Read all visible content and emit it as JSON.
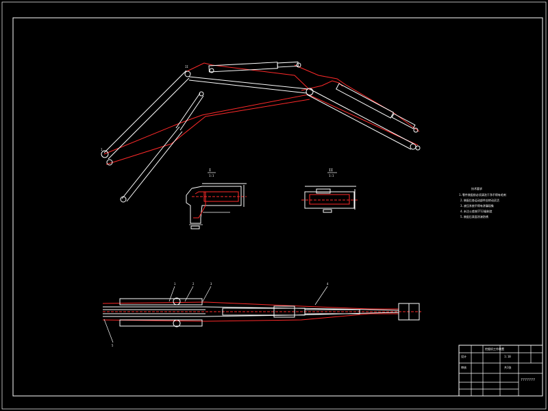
{
  "drawing": {
    "sheet": "hydraulic excavator boom & arm assembly",
    "view_labels": {
      "detail_1_numeral": "I",
      "detail_1_ratio": "1:1",
      "detail_2_numeral": "II",
      "detail_2_ratio": "1:1",
      "ref_I": "I",
      "ref_II": "II"
    },
    "balloons": [
      "1",
      "2",
      "3",
      "4",
      "5"
    ],
    "tech_notes": {
      "title": "技术要求",
      "lines": [
        "1.零件装配前必须清洗干净不得有毛刺",
        "2.装配后各运动部件应转动灵活",
        "3.液压系统不得有渗漏现象",
        "4.未注公差按IT12级制造",
        "5.装配后表面涂漆防锈"
      ]
    },
    "title_block": {
      "drawing_name": "挖掘机工作装置",
      "scale": "1:10",
      "sheet_count": "共1张",
      "code": "???????",
      "designer": "设计",
      "checker": "审核"
    }
  },
  "colors": {
    "background": "#000000",
    "geometry": "#ffffff",
    "hidden": "#ff2a2a"
  }
}
